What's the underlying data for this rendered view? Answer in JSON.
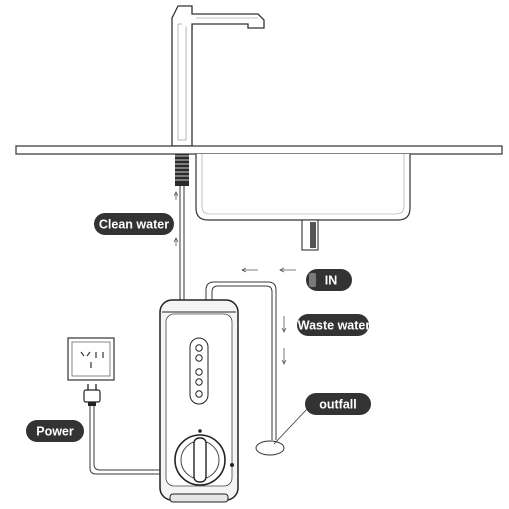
{
  "labels": {
    "clean_water": "Clean water",
    "inlet": "IN",
    "waste_water": "Waste water",
    "outfall": "outfall",
    "power": "Power"
  },
  "colors": {
    "pill_background": "#333333",
    "pill_text": "#ffffff",
    "line": "#3a3a3a",
    "unit_body": "#f4f4f4"
  },
  "icons": {
    "faucet": "faucet-icon",
    "socket": "wall-socket-icon",
    "plug": "power-plug-icon",
    "knob": "dial-knob-icon"
  }
}
